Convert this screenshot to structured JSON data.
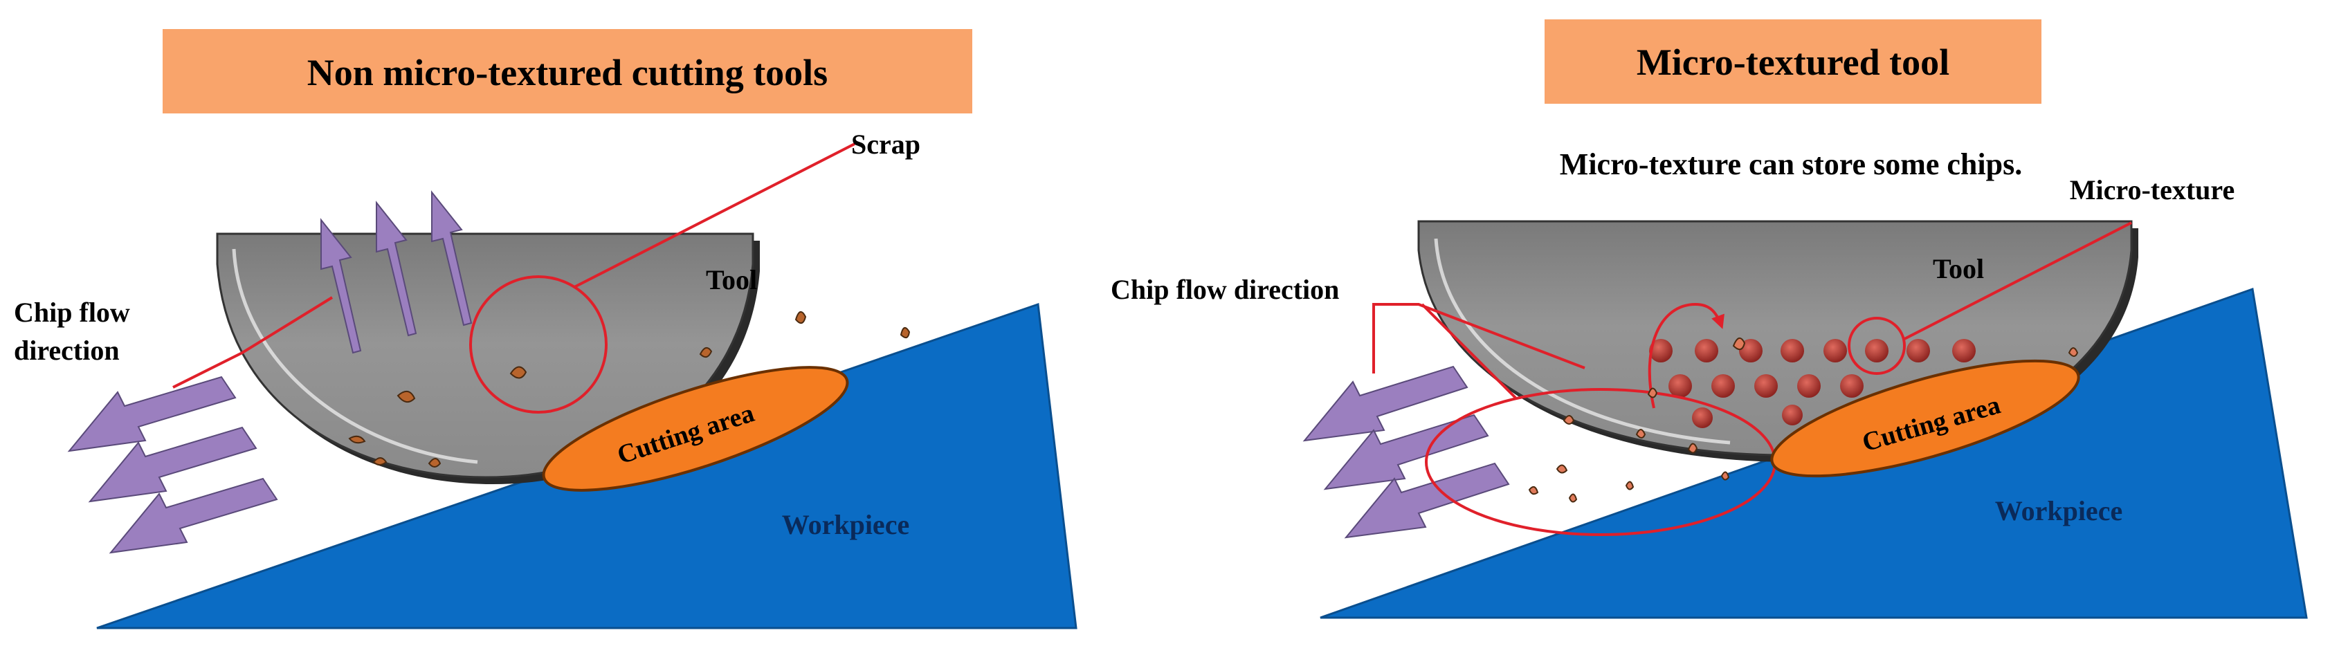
{
  "panels": [
    {
      "title": "Non micro-textured cutting tools",
      "labels": {
        "scrap": "Scrap",
        "tool": "Tool",
        "chip_flow_line1": "Chip flow",
        "chip_flow_line2": "direction",
        "cutting_area": "Cutting area",
        "workpiece": "Workpiece"
      }
    },
    {
      "title": "Micro-textured tool",
      "labels": {
        "caption": "Micro-texture can store some chips.",
        "micro_texture": "Micro-texture",
        "tool": "Tool",
        "chip_flow": "Chip flow direction",
        "cutting_area": "Cutting area",
        "workpiece": "Workpiece"
      }
    }
  ],
  "colors": {
    "title_box": "#f9a46b",
    "tool_gray": "#8c8c8c",
    "workpiece_blue": "#0b6cc4",
    "cutting_area_orange": "#f47c20",
    "arrow_purple": "#9b7fbf",
    "annotation_red": "#e0202a",
    "chip_brown": "#b8642c",
    "texture_dimple": "#b0302a"
  }
}
